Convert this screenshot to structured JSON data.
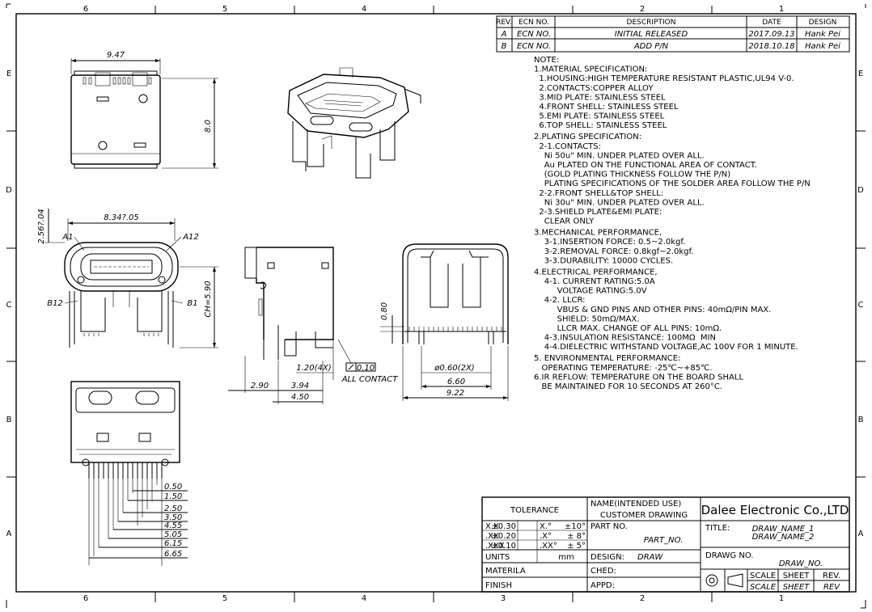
{
  "zones": {
    "top": [
      "6",
      "5",
      "4",
      "2",
      "1"
    ],
    "bottom": [
      "6",
      "5",
      "4",
      "3",
      "2",
      "1"
    ],
    "left": [
      "E",
      "D",
      "C",
      "B",
      "A"
    ],
    "right": [
      "E",
      "D",
      "C",
      "B",
      "A"
    ]
  },
  "revision_table": {
    "headers": [
      "REV.",
      "ECN NO.",
      "DESCRIPTION",
      "DATE",
      "DESIGN"
    ],
    "rows": [
      [
        "A",
        "ECN NO.",
        "INITIAL RELEASED",
        "2017.09.13",
        "Hank Pei"
      ],
      [
        "B",
        "ECN NO.",
        "ADD P/N",
        "2018.10.18",
        "Hank Pei"
      ]
    ]
  },
  "notes": [
    "NOTE:",
    "1.MATERIAL SPECIFICATION:",
    "  1.HOUSING:HIGH TEMPERATURE RESISTANT PLASTIC,UL94 V-0.",
    "  2.CONTACTS:COPPER ALLOY",
    "  3.MID PLATE: STAINLESS STEEL",
    "  4.FRONT SHELL: STAINLESS STEEL",
    "  5.EMI PLATE: STAINLESS STEEL",
    "  6.TOP SHELL: STAINLESS STEEL",
    "2.PLATING SPECIFICATION:",
    "  2-1.CONTACTS:",
    "    Ni 50u\" MIN. UNDER PLATED OVER ALL.",
    "    Au PLATED ON THE FUNCTIONAL AREA OF CONTACT.",
    "    (GOLD PLATING THICKNESS FOLLOW THE P/N)",
    "    PLATING SPECIFICATIONS OF THE SOLDER AREA FOLLOW THE P/N",
    "  2-2.FRONT SHELL&TOP SHELL:",
    "    Ni 30u\" MIN. UNDER PLATED OVER ALL.",
    "  2-3.SHIELD PLATE&EMI PLATE:",
    "    CLEAR ONLY",
    "3.MECHANICAL PERFORMANCE,",
    "    3-1.INSERTION FORCE: 0.5~2.0kgf.",
    "    3-2.REMOVAL FORCE: 0.8kgf~2.0kgf.",
    "    3-3.DURABILITY: 10000 CYCLES.",
    "4.ELECTRICAL PERFORMANCE,",
    "    4-1. CURRENT RATING:5.0A",
    "         VOLTAGE RATING:5.0V",
    "    4-2. LLCR:",
    "         VBUS & GND PINS AND OTHER PINS: 40mΩ/PIN MAX.",
    "         SHIELD: 50mΩ/MAX.",
    "         LLCR MAX. CHANGE OF ALL PINS: 10mΩ.",
    "    4-3.INSULATION RESISTANCE: 100MΩ  MIN",
    "    4-4.DIELECTRIC WITHSTAND VOLTAGE,AC 100V FOR 1 MINUTE.",
    "5. ENVIRONMENTAL PERFORMANCE:",
    "   OPERATING TEMPERATURE: -25℃~+85℃.",
    "6.IR REFLOW: TEMPERATURE ON THE BOARD SHALL",
    "   BE MAINTAINED FOR 10 SECONDS AT 260°C."
  ],
  "dims": {
    "top_width": "9.47",
    "top_height": "8.0",
    "front_width": "8.34?.05",
    "front_pitch": "2.56?.04",
    "label_a1": "A1",
    "label_a12": "A12",
    "label_b12": "B12",
    "label_b1": "B1",
    "ch": "CH=5.90",
    "side_1_20": "1.20(4X)",
    "side_2_90": "2.90",
    "side_3_94": "3.94",
    "side_4_50": "4.50",
    "flatness": "0.10",
    "all_contact": "ALL CONTACT",
    "rear_0_80": "0.80",
    "rear_hole": "ø0.60(2X)",
    "rear_6_60": "6.60",
    "rear_9_22": "9.22",
    "pins": [
      "0.50",
      "1.50",
      "2.50",
      "3.50",
      "4.55",
      "5.05",
      "6.15",
      "6.65"
    ]
  },
  "title_block": {
    "tolerance_label": "TOLERANCE",
    "tolerance_rows": [
      [
        "X.X",
        "±0.30",
        "X.°",
        "±10°"
      ],
      [
        ".XX",
        "±0.20",
        ".X°",
        "± 8°"
      ],
      [
        ".XXX",
        "±0.10",
        ".XX°",
        "± 5°"
      ]
    ],
    "units_label": "UNITS",
    "units_value": "mm",
    "materila_label": "MATERILA",
    "finish_label": "FINISH",
    "name_label": "NAME(INTENDED USE)",
    "name_value": "CUSTOMER DRAWING",
    "part_no_label": "PART NO.",
    "part_no_value": "PART_NO.",
    "design_label": "DESIGN:",
    "design_value": "DRAW",
    "ched_label": "CHED:",
    "appd_label": "APPD:",
    "company": "Dalee Electronic Co.,LTD",
    "title_label": "TITLE:",
    "title_value_1": "DRAW_NAME_1",
    "title_value_2": "DRAW_NAME_2",
    "drawg_no_label": "DRAWG NO.",
    "drawg_no_value": "DRAW_NO.",
    "scale_label": "SCALE",
    "sheet_label": "SHEET",
    "rev_label": "REV.",
    "scale_value": "SCALE",
    "sheet_value": "SHEET",
    "rev_value": "REV"
  }
}
